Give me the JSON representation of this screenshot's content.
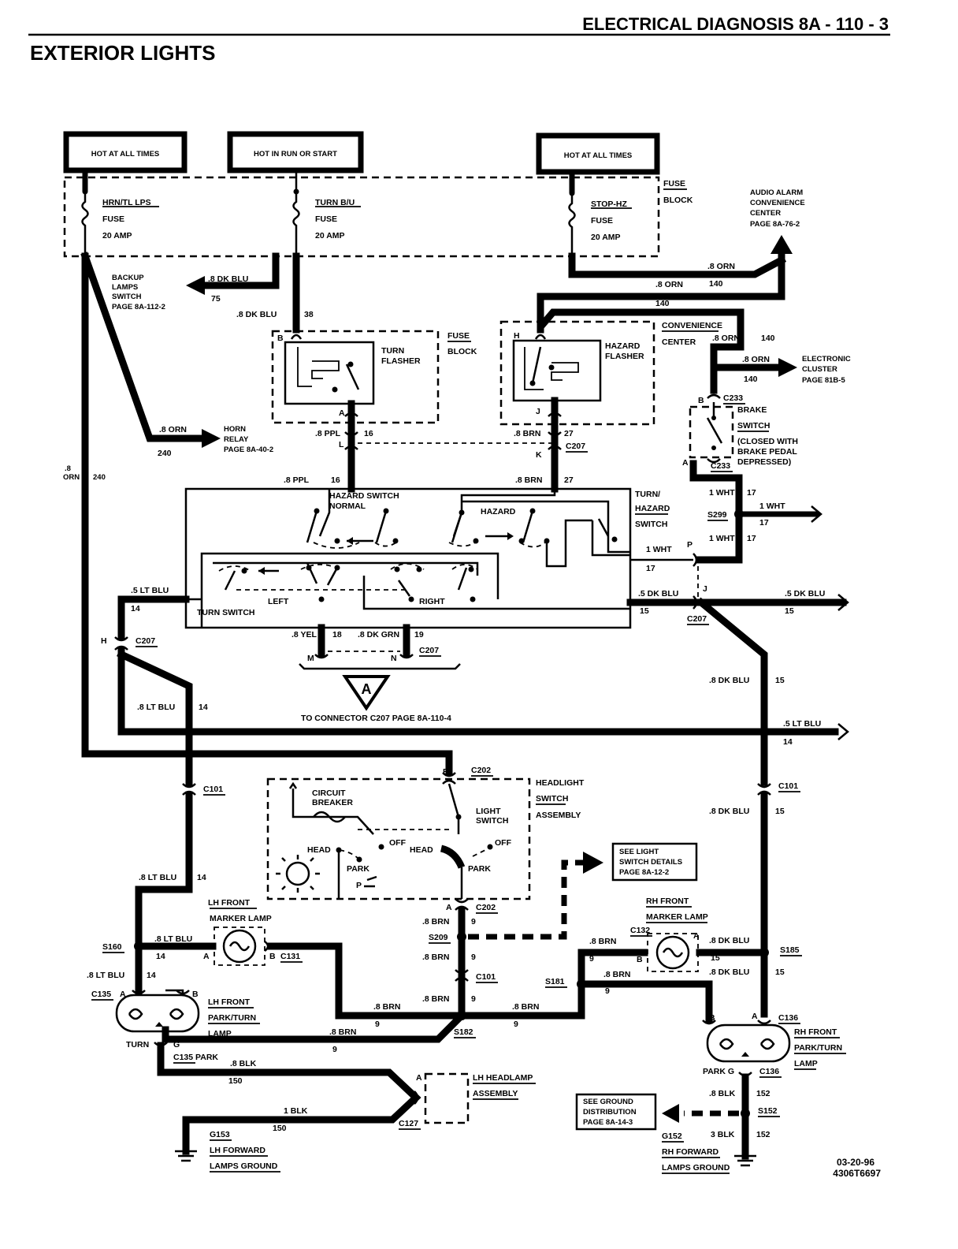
{
  "header": {
    "section": "ELECTRICAL DIAGNOSIS 8A - 110 - 3",
    "title": "EXTERIOR LIGHTS"
  },
  "power": {
    "hot1": "HOT AT ALL TIMES",
    "hot_run": "HOT IN RUN OR START",
    "hot2": "HOT AT ALL TIMES"
  },
  "fuses": {
    "f1_name": "HRN/TL LPS",
    "f1_fuse": "FUSE",
    "f1_amp": "20 AMP",
    "f2_name": "TURN B/U",
    "f2_fuse": "FUSE",
    "f2_amp": "20 AMP",
    "f3_name": "STOP-HZ",
    "f3_fuse": "FUSE",
    "f3_amp": "20 AMP",
    "block1": "FUSE",
    "block2": "BLOCK"
  },
  "refs": {
    "audio1": "AUDIO ALARM",
    "audio2": "CONVENIENCE",
    "audio3": "CENTER",
    "audio4": "PAGE 8A-76-2",
    "backup1": "BACKUP",
    "backup2": "LAMPS",
    "backup3": "SWITCH",
    "backup4": "PAGE 8A-112-2",
    "horn1": "HORN",
    "horn2": "RELAY",
    "horn3": "PAGE 8A-40-2",
    "elec1": "ELECTRONIC",
    "elec2": "CLUSTER",
    "elec3": "PAGE 81B-5",
    "to_conn": "TO CONNECTOR C207 PAGE 8A-110-4",
    "ls1": "SEE LIGHT",
    "ls2": "SWITCH DETAILS",
    "ls3": "PAGE 8A-12-2",
    "gd1": "SEE GROUND",
    "gd2": "DISTRIBUTION",
    "gd3": "PAGE 8A-14-3"
  },
  "components": {
    "turn_flasher1": "TURN",
    "turn_flasher2": "FLASHER",
    "fb1": "FUSE",
    "fb2": "BLOCK",
    "hazard_flasher1": "HAZARD",
    "hazard_flasher2": "FLASHER",
    "conv1": "CONVENIENCE",
    "conv2": "CENTER",
    "brake1": "BRAKE",
    "brake2": "SWITCH",
    "brake3": "(CLOSED WITH",
    "brake4": "BRAKE PEDAL",
    "brake5": "DEPRESSED)",
    "ths1": "TURN/",
    "ths2": "HAZARD",
    "ths3": "SWITCH",
    "hz_sw1": "HAZARD SWITCH",
    "hz_sw2": "NORMAL",
    "hazard": "HAZARD",
    "left": "LEFT",
    "right": "RIGHT",
    "turn_switch": "TURN SWITCH",
    "hs1": "HEADLIGHT",
    "hs2": "SWITCH",
    "hs3": "ASSEMBLY",
    "cb1": "CIRCUIT",
    "cb2": "BREAKER",
    "ls_a": "LIGHT",
    "ls_b": "SWITCH",
    "off1": "OFF",
    "off2": "OFF",
    "head1": "HEAD",
    "head2": "HEAD",
    "park1": "PARK",
    "park2": "PARK",
    "park_p": "P",
    "lhm1": "LH FRONT",
    "lhm2": "MARKER LAMP",
    "rhm1": "RH FRONT",
    "rhm2": "MARKER LAMP",
    "lhp1": "LH FRONT",
    "lhp2": "PARK/TURN",
    "lhp3": "LAMP",
    "rhp1": "RH FRONT",
    "rhp2": "PARK/TURN",
    "rhp3": "LAMP",
    "lhh1": "LH HEADLAMP",
    "lhh2": "ASSEMBLY",
    "g153a": "G153",
    "g153b": "LH FORWARD",
    "g153c": "LAMPS GROUND",
    "g152a": "G152",
    "g152b": "RH FORWARD",
    "g152c": "LAMPS GROUND",
    "turn_lbl": "TURN",
    "c135park": "C135 PARK",
    "park_g": "PARK G",
    "a_marker": "A"
  },
  "wires": {
    "w_dkblu_75": ".8 DK BLU",
    "n75": "75",
    "w_dkblu_38": ".8 DK BLU",
    "n38": "38",
    "w_orn_240": ".8 ORN",
    "n240": "240",
    "w_orn_240v": ".8",
    "w_orn_240v2": "ORN",
    "n240v": "240",
    "w_orn_140a": ".8 ORN",
    "w_orn_140b": ".8 ORN",
    "n140a": "140",
    "n140b": "140",
    "w_orn_140c": ".8 ORN",
    "n140c": "140",
    "w_orn_140d": ".8 ORN",
    "n140d": "140",
    "w_ppl_16a": ".8 PPL",
    "n16a": "16",
    "w_ppl_16b": ".8 PPL",
    "n16b": "16",
    "w_brn_27a": ".8 BRN",
    "n27a": "27",
    "w_brn_27b": ".8 BRN",
    "n27b": "27",
    "w_wht_17a": "1 WHT",
    "n17a": "17",
    "w_wht_17b": "1 WHT",
    "n17b": "17",
    "w_wht_17c": "1 WHT",
    "n17c": "17",
    "w_wht_17d": "1 WHT",
    "n17d": "17",
    "w_ltblu_14a": ".5 LT BLU",
    "n14a": "14",
    "w_dkblu_15a": ".5 DK BLU",
    "n15a": "15",
    "w_dkblu_15b": ".5 DK BLU",
    "n15b": "15",
    "w_yel_18": ".8 YEL",
    "n18": "18",
    "w_dkgrn_19": ".8 DK GRN",
    "n19": "19",
    "w_ltblu_14b": ".8 LT BLU",
    "n14b": "14",
    "w_dkblu_15c": ".8 DK BLU",
    "n15c": "15",
    "w_ltblu_14c": ".5 LT BLU",
    "n14c": "14",
    "w_dkblu_15d": ".8 DK BLU",
    "n15d": "15",
    "w_ltblu_14d": ".8 LT BLU",
    "n14d": "14",
    "w_ltblu_14e": ".8 LT BLU",
    "n14e": "14",
    "w_ltblu_14f": ".8 LT BLU",
    "n14f": "14",
    "w_brn_9a": ".8 BRN",
    "n9a": "9",
    "w_brn_9b": ".8 BRN",
    "n9b": "9",
    "w_brn_9c": ".8 BRN",
    "n9c": "9",
    "w_brn_9d": ".8 BRN",
    "n9d": "9",
    "w_brn_9e": ".8 BRN",
    "n9e": "9",
    "w_brn_9f": ".8 BRN",
    "n9f": "9",
    "w_brn_9g": ".8 BRN",
    "n9g": "9",
    "w_brn_9h": ".8 BRN",
    "n9h": "9",
    "w_dkblu_15e": ".8 DK BLU",
    "n15e": "15",
    "w_dkblu_15f": ".8 DK BLU",
    "n15f": "15",
    "w_blk_150a": ".8 BLK",
    "n150a": "150",
    "w_blk_150b": "1 BLK",
    "n150b": "150",
    "w_blk_152a": ".8 BLK",
    "n152a": "152",
    "w_blk_152b": "3 BLK",
    "n152b": "152"
  },
  "connectors": {
    "c207a": "C207",
    "c207b": "C207",
    "c207c": "C207",
    "c207d": "C207",
    "c233a": "C233",
    "c233b": "C233",
    "c101a": "C101",
    "c101b": "C101",
    "c101c": "C101",
    "c202a": "C202",
    "c202b": "C202",
    "c131": "C131",
    "c132": "C132",
    "c135": "C135",
    "c136a": "C136",
    "c136b": "C136",
    "c127": "C127",
    "s299": "S299",
    "s160": "S160",
    "s209": "S209",
    "s182": "S182",
    "s181": "S181",
    "s185": "S185",
    "s152": "S152",
    "pin_B1": "B",
    "pin_A1": "A",
    "pin_L": "L",
    "pin_H1": "H",
    "pin_J1": "J",
    "pin_K": "K",
    "pin_B2": "B",
    "pin_A2": "A",
    "pin_P": "P",
    "pin_J2": "J",
    "pin_H2": "H",
    "pin_M": "M",
    "pin_N": "N",
    "pin_E": "E",
    "pin_A3": "A",
    "pin_A4": "A",
    "pin_B3": "B",
    "pin_B4": "B",
    "pin_A5": "A",
    "pin_A6": "A",
    "pin_B5": "B",
    "pin_G1": "G",
    "pin_B6": "B",
    "pin_A7": "A",
    "pin_A8": "A"
  },
  "footer": {
    "date": "03-20-96",
    "code": "4306T6697"
  }
}
